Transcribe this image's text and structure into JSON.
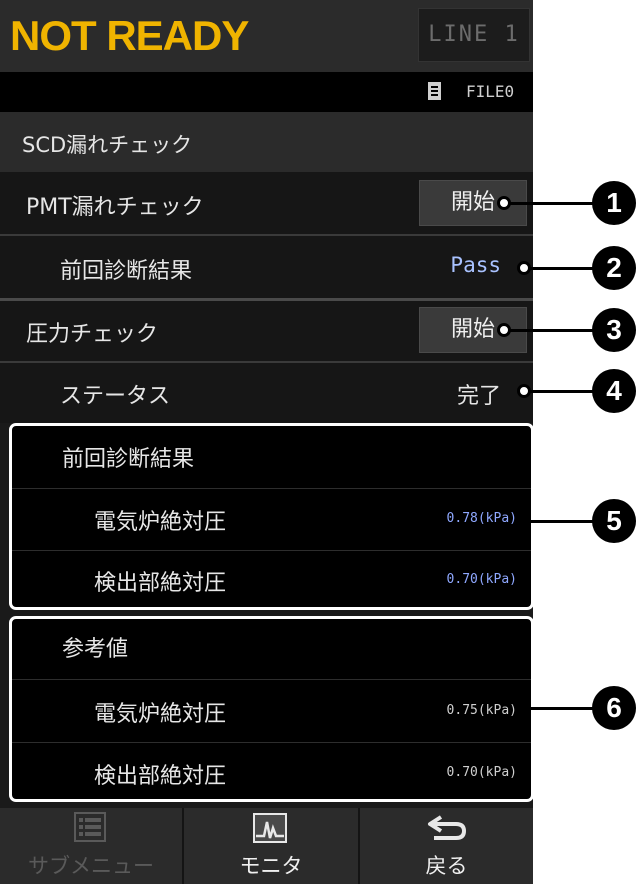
{
  "header": {
    "status": "NOT READY",
    "line_button": "LINE 1"
  },
  "file": {
    "label": "FILE0",
    "icon": "document-icon"
  },
  "section_title": "SCD漏れチェック",
  "pmt": {
    "label": "PMT漏れチェック",
    "start_button": "開始"
  },
  "pmt_result": {
    "label": "前回診断結果",
    "value": "Pass",
    "value_color": "#a9c2ff"
  },
  "pressure": {
    "label": "圧力チェック",
    "start_button": "開始"
  },
  "status_row": {
    "label": "ステータス",
    "value": "完了"
  },
  "last_result": {
    "title": "前回診断結果",
    "rows": [
      {
        "label": "電気炉絶対圧",
        "value": "0.78(kPa)"
      },
      {
        "label": "検出部絶対圧",
        "value": "0.70(kPa)"
      }
    ],
    "value_color": "#8fa8ff"
  },
  "reference": {
    "title": "参考値",
    "rows": [
      {
        "label": "電気炉絶対圧",
        "value": "0.75(kPa)"
      },
      {
        "label": "検出部絶対圧",
        "value": "0.70(kPa)"
      }
    ],
    "value_color": "#cfcfcf"
  },
  "footer": {
    "submenu": {
      "label": "サブメニュー",
      "icon": "list-icon"
    },
    "monitor": {
      "label": "モニタ",
      "icon": "monitor-chart-icon"
    },
    "back": {
      "label": "戻る",
      "icon": "return-arrow-icon"
    }
  },
  "callouts": [
    "1",
    "2",
    "3",
    "4",
    "5",
    "6"
  ]
}
